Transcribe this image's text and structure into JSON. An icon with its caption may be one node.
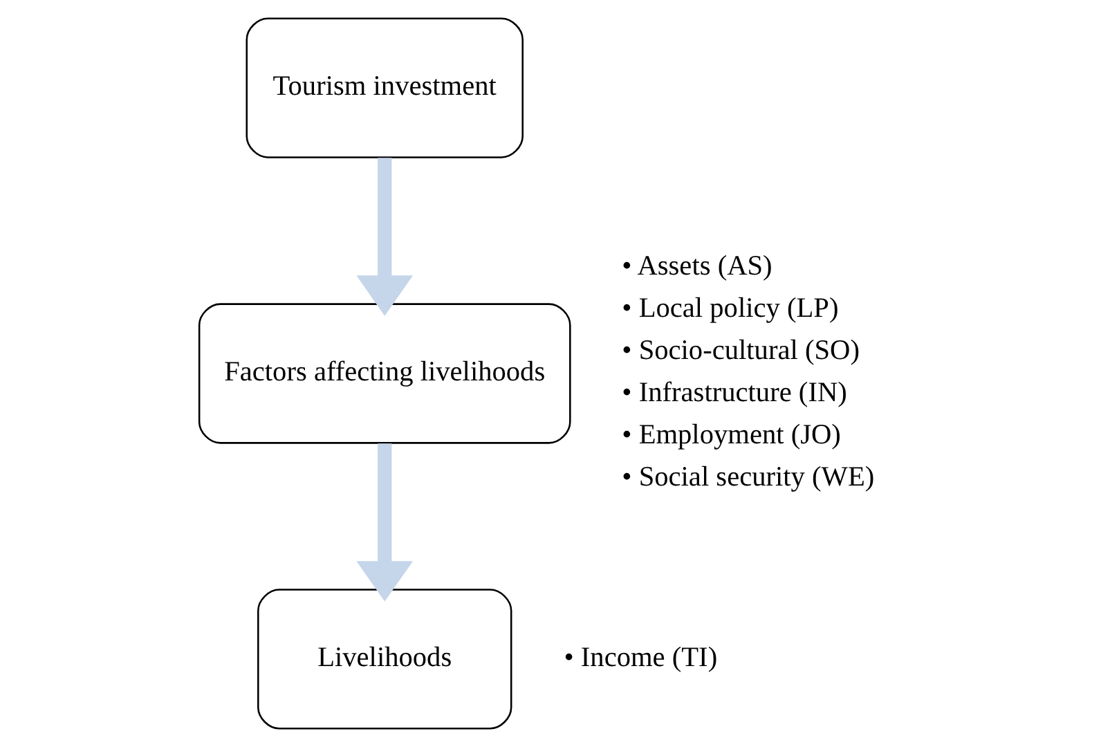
{
  "diagram": {
    "nodes": [
      {
        "text": [
          "Tourism investment"
        ]
      },
      {
        "text": [
          "Factors affecting livelihoods"
        ],
        "beside": [
          "• Assets (AS)",
          "• Local policy (LP)",
          "• Socio-cultural (SO)",
          "• Infrastructure (IN)",
          "• Employment (JO)",
          "• Social security (WE)"
        ]
      },
      {
        "text": [
          "Livelihoods"
        ],
        "beside": [
          "• Income (TI)"
        ]
      }
    ],
    "edges": [
      {
        "from": 0,
        "to": 1,
        "arrow": "to"
      },
      {
        "from": 1,
        "to": 2,
        "arrow": "to"
      }
    ]
  }
}
